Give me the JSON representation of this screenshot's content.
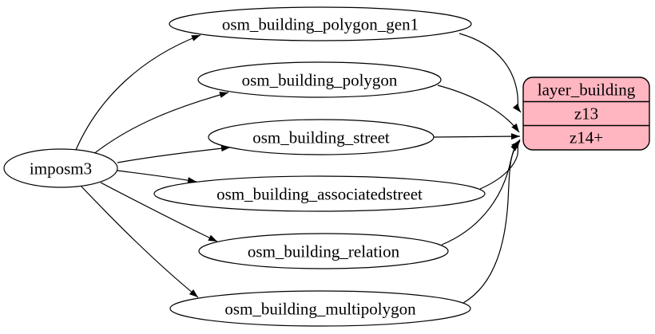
{
  "diagram": {
    "kind": "etl-flow-graph",
    "background_color": "#ffffff",
    "edge_color": "#000000",
    "table_node_fill": "#ffffff",
    "node_stroke": "#000000",
    "source": {
      "id": "imposm3",
      "label": "imposm3",
      "shape": "ellipse"
    },
    "tables": [
      {
        "id": "osm_building_polygon_gen1",
        "label": "osm_building_polygon_gen1",
        "shape": "ellipse"
      },
      {
        "id": "osm_building_polygon",
        "label": "osm_building_polygon",
        "shape": "ellipse"
      },
      {
        "id": "osm_building_street",
        "label": "osm_building_street",
        "shape": "ellipse"
      },
      {
        "id": "osm_building_associatedstreet",
        "label": "osm_building_associatedstreet",
        "shape": "ellipse"
      },
      {
        "id": "osm_building_relation",
        "label": "osm_building_relation",
        "shape": "ellipse"
      },
      {
        "id": "osm_building_multipolygon",
        "label": "osm_building_multipolygon",
        "shape": "ellipse"
      }
    ],
    "target": {
      "id": "layer_building",
      "title": "layer_building",
      "rows": [
        "z13",
        "z14+"
      ],
      "fill": "#ffb6c1",
      "shape": "rounded-record"
    },
    "edges": [
      {
        "from": "imposm3",
        "to": "osm_building_polygon_gen1"
      },
      {
        "from": "imposm3",
        "to": "osm_building_polygon"
      },
      {
        "from": "imposm3",
        "to": "osm_building_street"
      },
      {
        "from": "imposm3",
        "to": "osm_building_associatedstreet"
      },
      {
        "from": "imposm3",
        "to": "osm_building_relation"
      },
      {
        "from": "imposm3",
        "to": "osm_building_multipolygon"
      },
      {
        "from": "osm_building_polygon_gen1",
        "to": "layer_building.z13"
      },
      {
        "from": "osm_building_polygon",
        "to": "layer_building.z14+"
      },
      {
        "from": "osm_building_street",
        "to": "layer_building.z14+"
      },
      {
        "from": "osm_building_associatedstreet",
        "to": "layer_building.z14+"
      },
      {
        "from": "osm_building_relation",
        "to": "layer_building.z14+"
      },
      {
        "from": "osm_building_multipolygon",
        "to": "layer_building.z14+"
      }
    ]
  }
}
